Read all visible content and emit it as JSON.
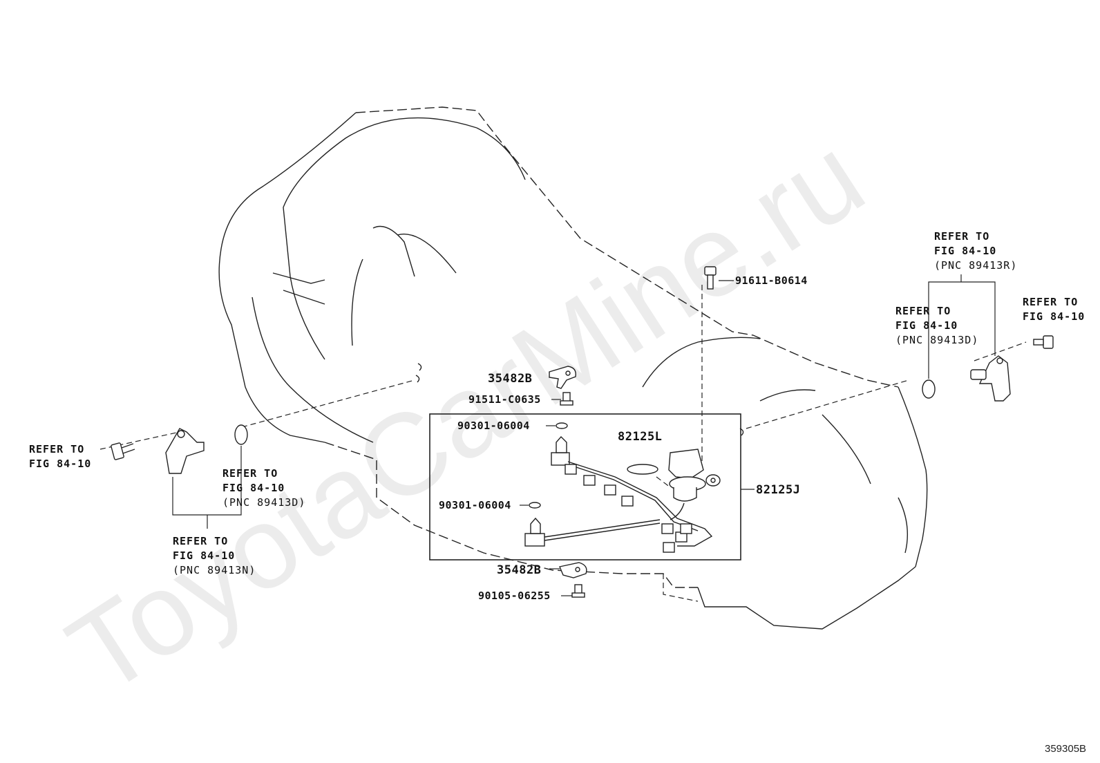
{
  "watermark": "ToyotaCarMine.ru",
  "figure_code": "359305B",
  "labels": {
    "p35482b_top": "35482B",
    "p91511": "91511-C0635",
    "p90301_a": "90301-06004",
    "p82125l": "82125L",
    "p82125j": "82125J",
    "p90301_b": "90301-06004",
    "p35482b_bot": "35482B",
    "p90105": "90105-06255",
    "p91611": "91611-B0614"
  },
  "refer": {
    "left_bolt": [
      "REFER TO",
      "FIG 84-10"
    ],
    "left_oring": [
      "REFER TO",
      "FIG 84-10",
      "(PNC 89413D)"
    ],
    "left_sensor": [
      "REFER TO",
      "FIG 84-10",
      "(PNC 89413N)"
    ],
    "right_top": [
      "REFER TO",
      "FIG 84-10",
      "(PNC 89413R)"
    ],
    "right_oring": [
      "REFER TO",
      "FIG 84-10",
      "(PNC 89413D)"
    ],
    "right_bolt": [
      "REFER TO",
      "FIG 84-10"
    ]
  }
}
